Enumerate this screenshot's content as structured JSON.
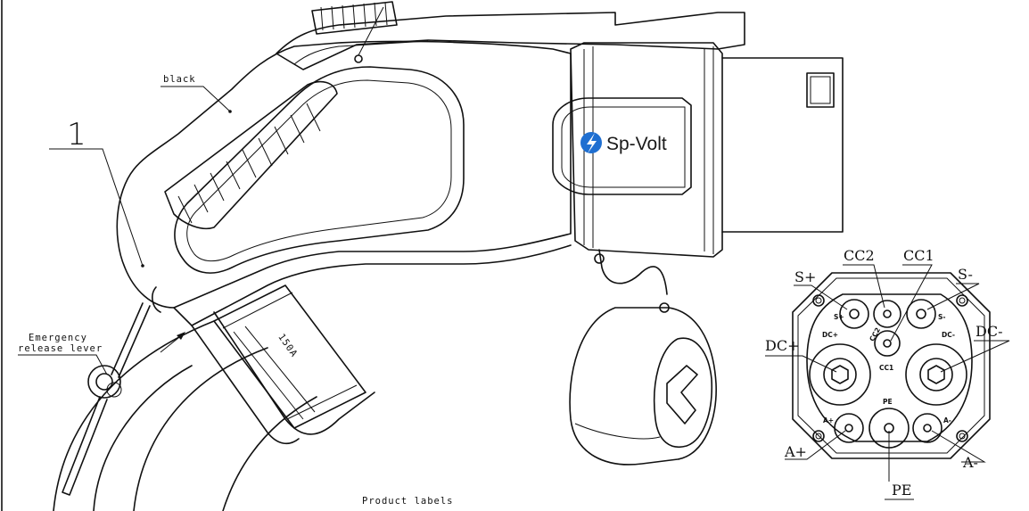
{
  "drawing": {
    "callout_number": "1",
    "color_note": "black",
    "emergency_label_line1": "Emergency",
    "emergency_label_line2": "release lever",
    "rating_label": "150A",
    "brand_name": "Sp-Volt",
    "product_labels": "Product labels"
  },
  "connector_face": {
    "callouts": {
      "s_plus": "S+",
      "cc2": "CC2",
      "cc1": "CC1",
      "s_minus": "S-",
      "dc_plus": "DC+",
      "dc_minus": "DC-",
      "a_plus": "A+",
      "a_minus": "A-",
      "pe": "PE"
    },
    "pin_marks": {
      "s_plus": "S+",
      "s_minus": "S-",
      "dc_plus": "DC+",
      "dc_minus": "DC-",
      "cc2": "CC2",
      "cc1": "CC1",
      "pe": "PE",
      "a_plus": "A+",
      "a_minus": "A-"
    }
  },
  "colors": {
    "line": "#111111",
    "background": "#ffffff",
    "logo_blue": "#1f6fd1"
  }
}
